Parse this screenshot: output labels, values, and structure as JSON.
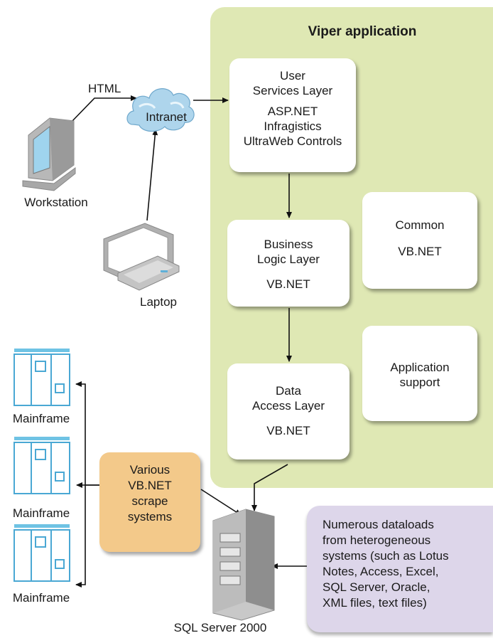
{
  "panel": {
    "title": "Viper application"
  },
  "layers": {
    "user": {
      "lines1": [
        "User",
        "Services Layer"
      ],
      "lines2": [
        "ASP.NET",
        "Infragistics",
        "UltraWeb Controls"
      ]
    },
    "business": {
      "lines1": [
        "Business",
        "Logic Layer"
      ],
      "lines2": [
        "VB.NET"
      ]
    },
    "data": {
      "lines1": [
        "Data",
        "Access Layer"
      ],
      "lines2": [
        "VB.NET"
      ]
    },
    "common": {
      "lines1": [
        "Common"
      ],
      "lines2": [
        "VB.NET"
      ]
    },
    "appsupport": {
      "lines1": [
        "Application",
        "support"
      ]
    }
  },
  "nodes": {
    "html_label": "HTML",
    "intranet": "Intranet",
    "workstation": "Workstation",
    "laptop": "Laptop",
    "mainframes": [
      "Mainframe",
      "Mainframe",
      "Mainframe"
    ],
    "sqlserver": "SQL Server 2000"
  },
  "scrape": {
    "lines": [
      "Various",
      "VB.NET",
      "scrape",
      "systems"
    ]
  },
  "dataloads": {
    "lines": [
      "Numerous dataloads",
      "from heterogeneous",
      "systems (such as Lotus",
      "Notes, Access, Excel,",
      "SQL Server, Oracle,",
      "XML files, text files)"
    ]
  },
  "colors": {
    "panel": "#dfe8b4",
    "scrape": "#f3c98a",
    "dataloads": "#ddd6ea",
    "mainframe": "#6fc3e4",
    "monitor_screen": "#9fd4ee"
  }
}
